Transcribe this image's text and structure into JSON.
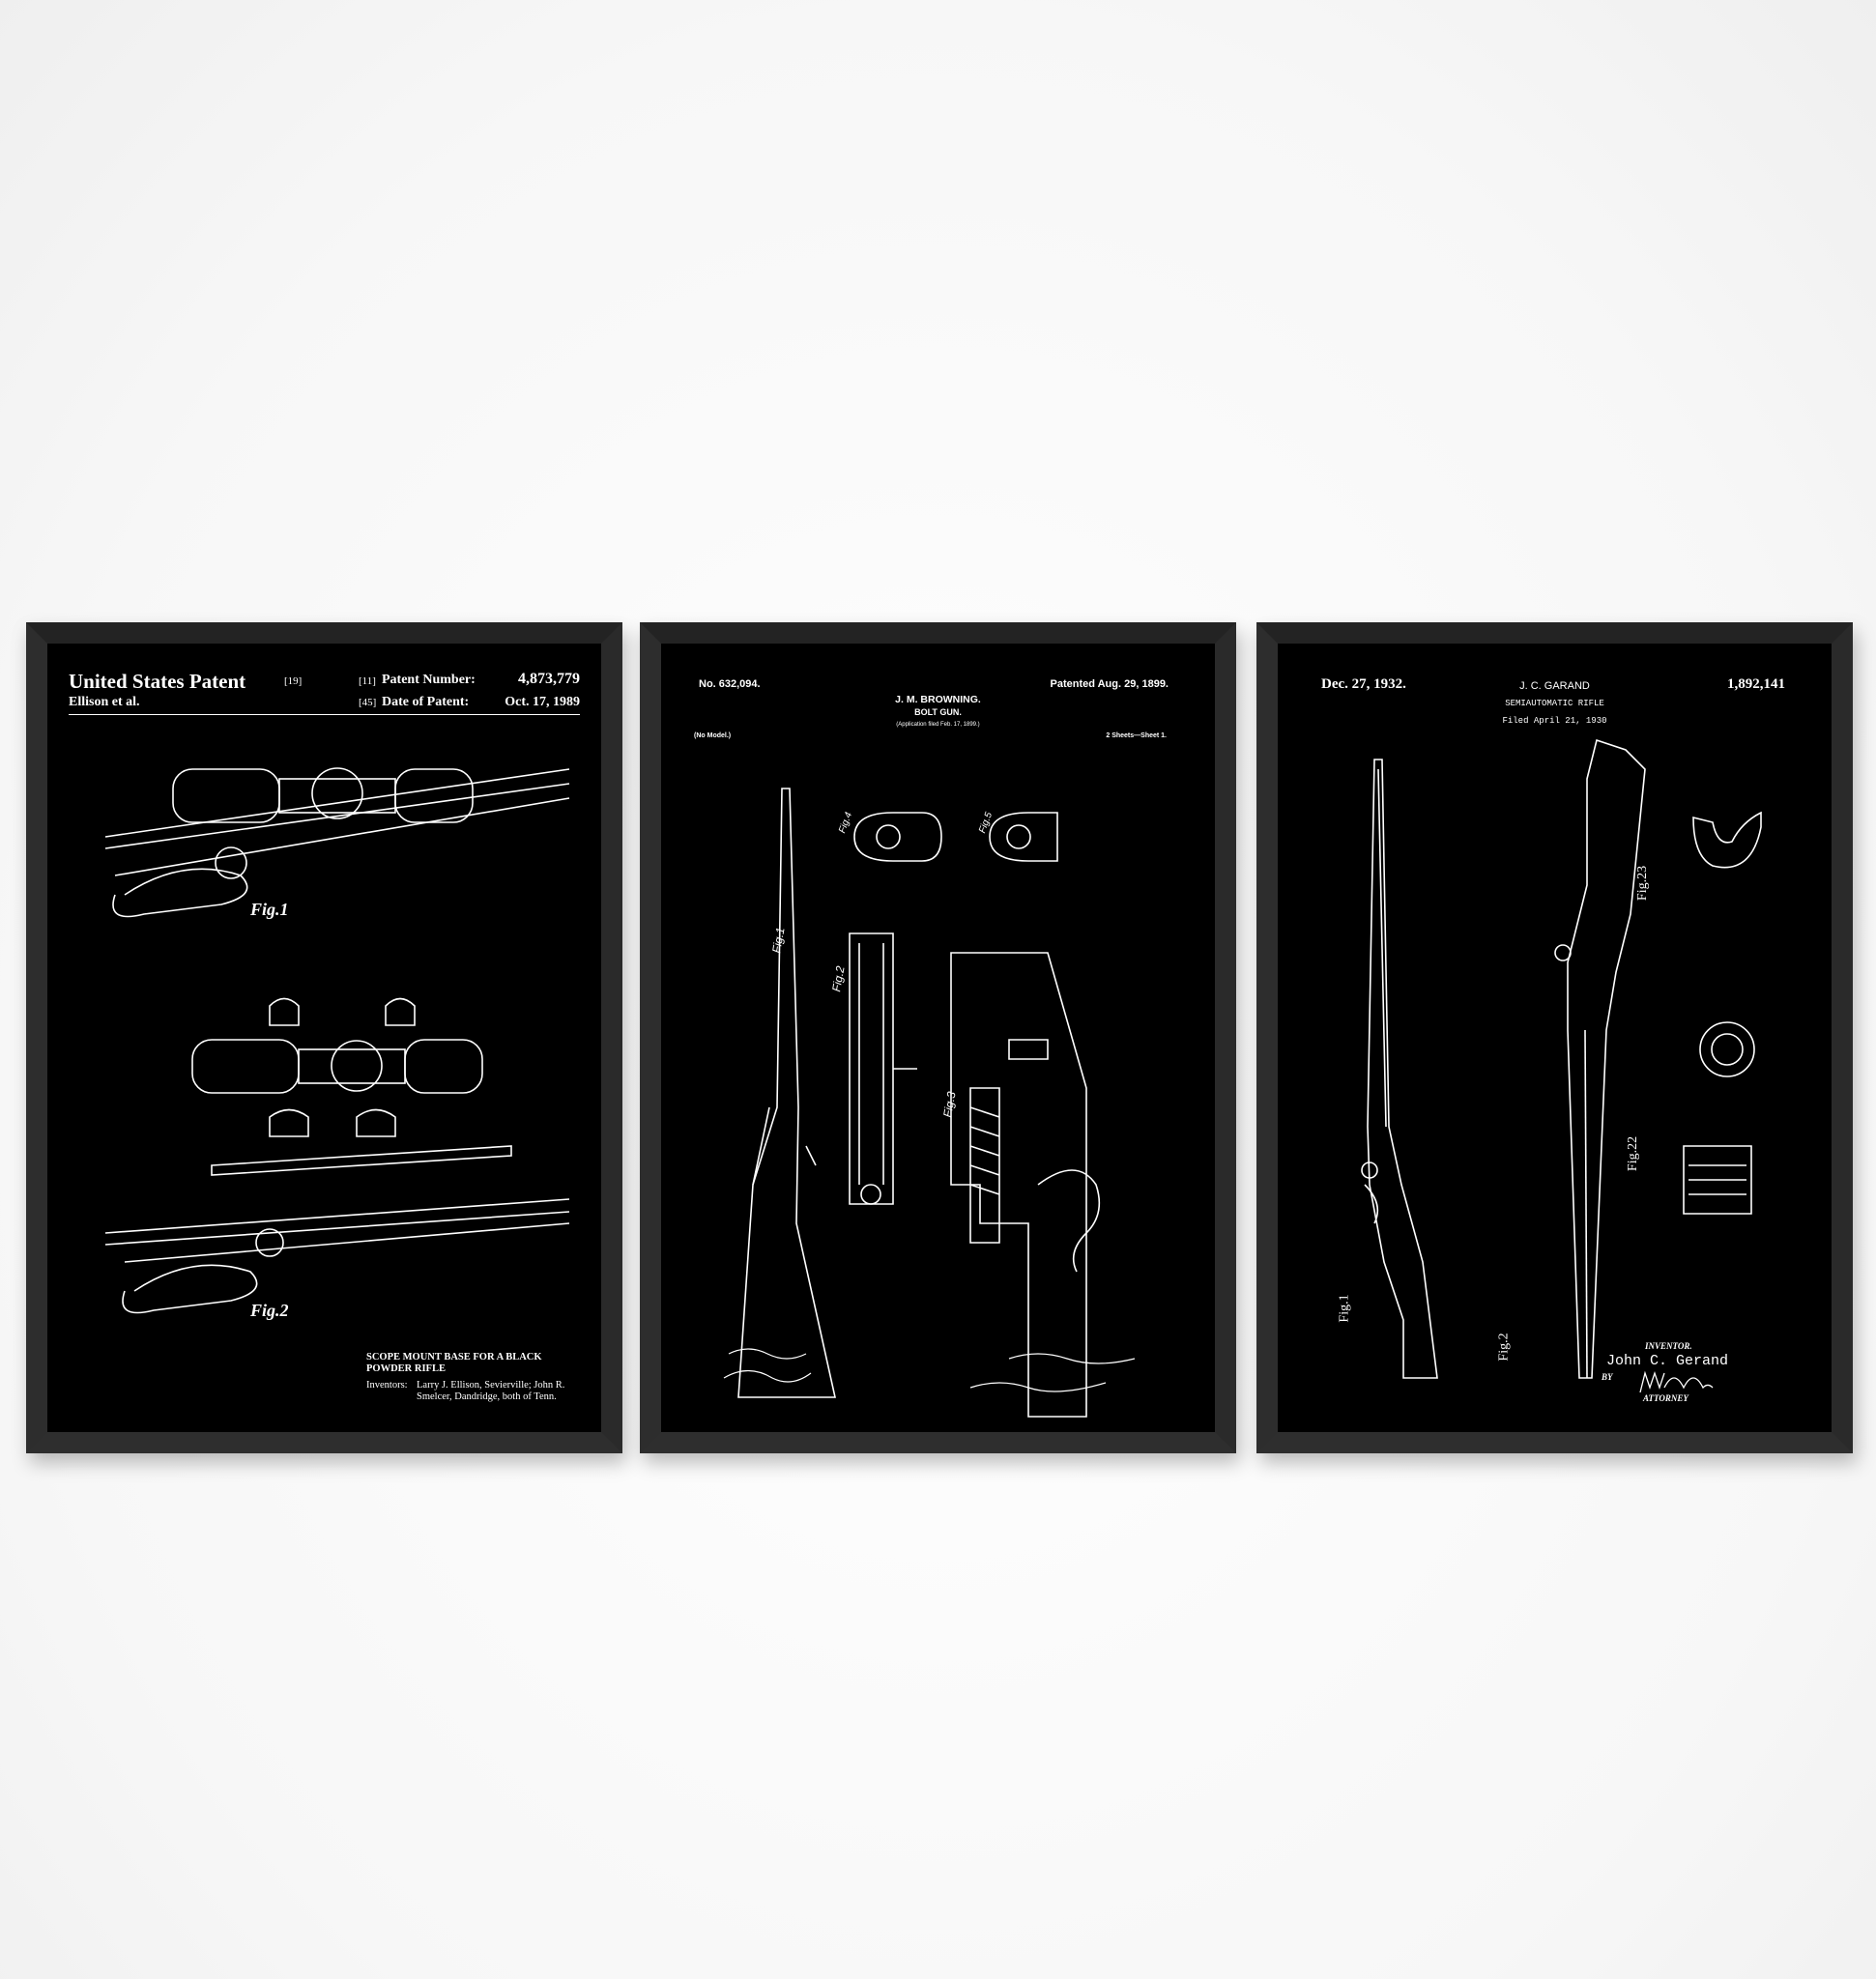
{
  "posters": [
    {
      "header": {
        "title": "United States Patent",
        "title_ref": "[19]",
        "assignee": "Ellison et al.",
        "number_ref": "[11]",
        "number_label": "Patent Number:",
        "number": "4,873,779",
        "date_ref": "[45]",
        "date_label": "Date of Patent:",
        "date": "Oct. 17, 1989"
      },
      "figures": [
        "Fig.1",
        "Fig.2"
      ],
      "footer": {
        "title": "SCOPE MOUNT BASE FOR A BLACK POWDER RIFLE",
        "inventors_label": "Inventors:",
        "inventors": "Larry J. Ellison, Sevierville; John R. Smelcer, Dandridge, both of Tenn."
      }
    },
    {
      "header": {
        "number": "No. 632,094.",
        "date": "Patented Aug. 29, 1899.",
        "inventor": "J. M. BROWNING.",
        "title": "BOLT GUN.",
        "application": "(Application filed Feb. 17, 1899.)",
        "model": "(No Model.)",
        "sheets": "2 Sheets—Sheet 1."
      },
      "figures": [
        "Fig.1",
        "Fig.2",
        "Fig.3",
        "Fig.4",
        "Fig.5"
      ]
    },
    {
      "header": {
        "date": "Dec. 27, 1932.",
        "inventor": "J. C. GARAND",
        "number": "1,892,141",
        "title": "SEMIAUTOMATIC RIFLE",
        "filed": "Filed April 21, 1930"
      },
      "figures": [
        "Fig.1",
        "Fig.2",
        "Fig.22",
        "Fig.23"
      ],
      "footer": {
        "inventor_label": "INVENTOR.",
        "inventor": "John C. Gerand",
        "by": "BY",
        "attorney_label": "ATTORNEY"
      }
    }
  ]
}
